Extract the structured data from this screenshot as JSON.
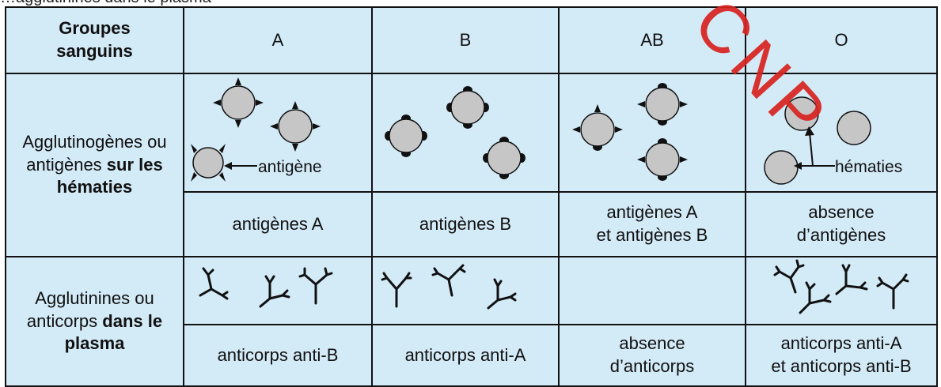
{
  "caption": "…agglutinines dans le plasma",
  "watermark": "CNP",
  "table": {
    "header_label": [
      "Groupes",
      "sanguins"
    ],
    "groups": [
      "A",
      "B",
      "AB",
      "O"
    ],
    "row_antigens_label": {
      "part1": "Agglutinogènes ou antigènes ",
      "bold1": "sur les hématies"
    },
    "row_antibodies_label": {
      "part1": "Agglutinines ou anticorps ",
      "bold1": "dans le plasma"
    },
    "antigens_text": [
      [
        "antigènes A"
      ],
      [
        "antigènes B"
      ],
      [
        "antigènes A",
        "et antigènes B"
      ],
      [
        "absence",
        "d’antigènes"
      ]
    ],
    "antibodies_text": [
      [
        "anticorps anti-B"
      ],
      [
        "anticorps anti-A"
      ],
      [
        "absence",
        "d’anticorps"
      ],
      [
        "anticorps anti-A",
        "et anticorps anti-B"
      ]
    ],
    "annotations": {
      "antigen": "antigène",
      "red_cells": "hématies"
    }
  },
  "colors": {
    "cell_bg": "#d3eaf7",
    "red_cell": "#c6c6c6",
    "ink": "#111111",
    "watermark": "#d8231f"
  }
}
